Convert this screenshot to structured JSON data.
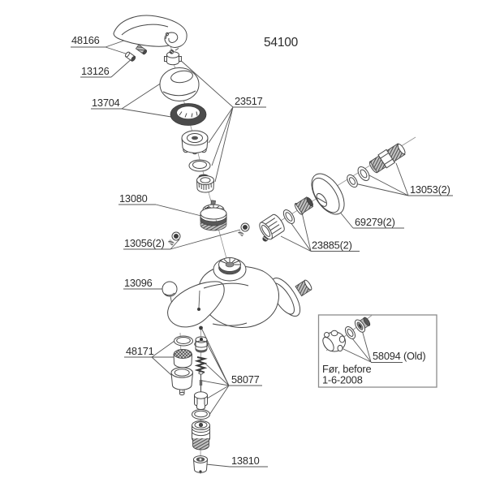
{
  "diagram": {
    "model_number": "54100",
    "part_labels": {
      "p48166": "48166",
      "p13126": "13126",
      "p13704": "13704",
      "p23517": "23517",
      "p13080": "13080",
      "p13056": "13056(2)",
      "p13096": "13096",
      "p48171": "48171",
      "p58077": "58077",
      "p13810": "13810",
      "p13053": "13053(2)",
      "p69279": "69279(2)",
      "p23885": "23885(2)"
    },
    "inset": {
      "part_label": "58094 (Old)",
      "note_line1": "Før, before",
      "note_line2": "1-6-2008"
    },
    "colors": {
      "background": "#ffffff",
      "line": "#474747",
      "dark_fill": "#4b4b4b",
      "text": "#2b2b2b"
    }
  }
}
